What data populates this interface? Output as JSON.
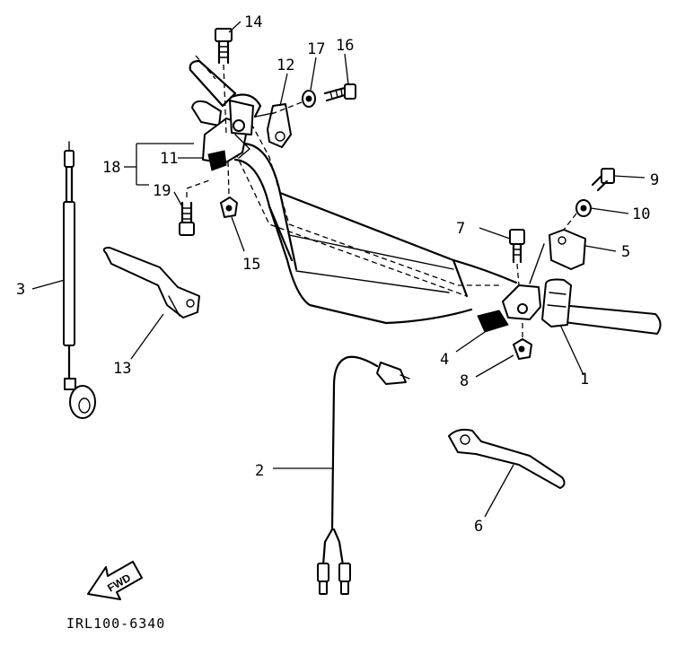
{
  "diagram": {
    "drawing_code": "IRL100-6340",
    "fwd_label": "FWD",
    "labels": {
      "n1": "1",
      "n2": "2",
      "n3": "3",
      "n4": "4",
      "n5": "5",
      "n6": "6",
      "n7": "7",
      "n8": "8",
      "n9": "9",
      "n10": "10",
      "n11": "11",
      "n12": "12",
      "n13": "13",
      "n14": "14",
      "n15": "15",
      "n16": "16",
      "n17": "17",
      "n18": "18",
      "n19": "19"
    }
  }
}
